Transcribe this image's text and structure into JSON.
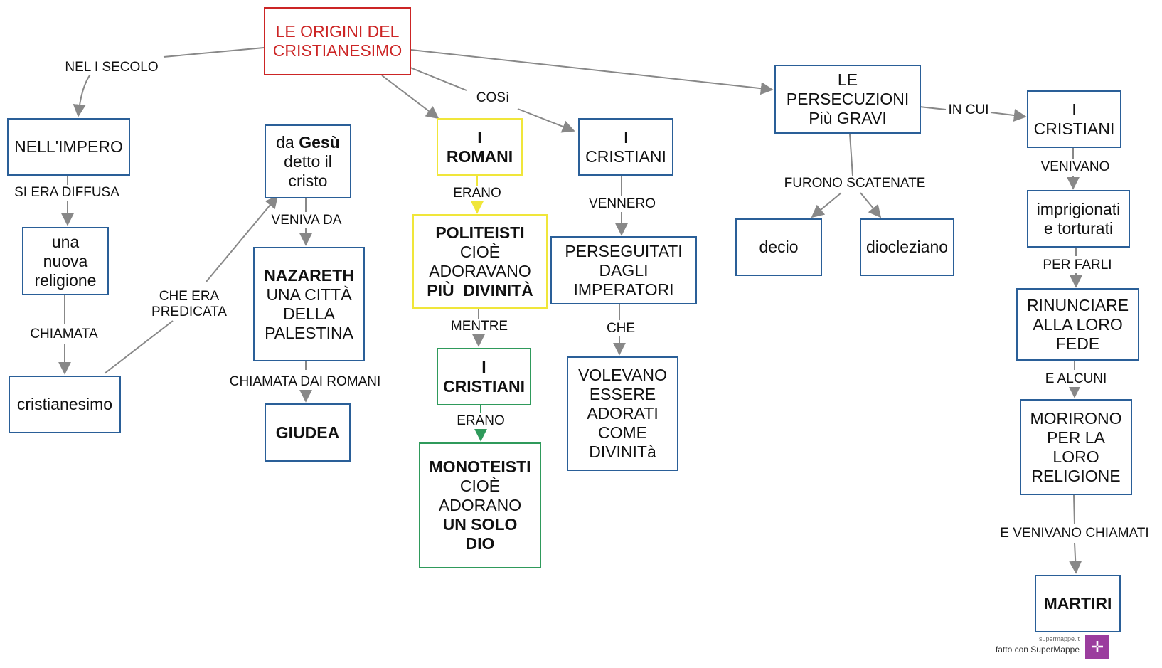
{
  "colors": {
    "blue": "#2a5f98",
    "red": "#cc2525",
    "yellow": "#f0e63a",
    "green": "#2f9a5b",
    "arrow": "#888888"
  },
  "nodes": {
    "root": [
      "LE ORIGINI DEL",
      "CRISTIANESIMO"
    ],
    "impero": [
      "NELL'IMPERO"
    ],
    "religione": [
      "una",
      "nuova",
      "religione"
    ],
    "cristianesimo": [
      "cristianesimo"
    ],
    "gesu": [
      "da",
      "Gesù",
      "detto il",
      "cristo"
    ],
    "nazareth": [
      "NAZARETH",
      "UNA CITTÀ",
      "DELLA",
      "PALESTINA"
    ],
    "giudea": [
      "GIUDEA"
    ],
    "romani": [
      "I",
      "ROMANI"
    ],
    "politeisti": [
      "POLITEISTI",
      "CIOÈ",
      "ADORAVANO",
      "PIÙ  DIVINITÀ"
    ],
    "cristiani_a": [
      "I",
      "CRISTIANI"
    ],
    "monoteisti": [
      "MONOTEISTI",
      "CIOÈ",
      "ADORANO",
      "UN SOLO",
      "DIO"
    ],
    "cristiani_b": [
      "I",
      "CRISTIANI"
    ],
    "perseguitati": [
      "PERSEGUITATI",
      "DAGLI",
      "IMPERATORI"
    ],
    "volevano": [
      "VOLEVANO",
      "ESSERE",
      "ADORATI",
      "COME",
      "DIVINITà"
    ],
    "persecuzioni": [
      "LE",
      "PERSECUZIONI",
      "Più GRAVI"
    ],
    "decio": [
      "decio"
    ],
    "diocleziano": [
      "diocleziano"
    ],
    "cristiani_c": [
      "I",
      "CRISTIANI"
    ],
    "imprigionati": [
      "imprigionati",
      "e torturati"
    ],
    "rinunciare": [
      "RINUNCIARE",
      "ALLA LORO",
      "FEDE"
    ],
    "morirono": [
      "MORIRONO",
      "PER LA",
      "LORO",
      "RELIGIONE"
    ],
    "martiri": [
      "MARTIRI"
    ]
  },
  "links": {
    "nel_i_secolo": [
      "NEL I SECOLO"
    ],
    "si_era_diffusa": [
      "SI ERA DIFFUSA"
    ],
    "chiamata": [
      "CHIAMATA"
    ],
    "che_era_predicata": [
      "CHE ERA",
      "PREDICATA"
    ],
    "veniva_da": [
      "VENIVA DA"
    ],
    "chiamata_dai_romani": [
      "CHIAMATA DAI ROMANI"
    ],
    "cosi": [
      "COSì"
    ],
    "erano_1": [
      "ERANO"
    ],
    "mentre": [
      "MENTRE"
    ],
    "erano_2": [
      "ERANO"
    ],
    "vennero": [
      "VENNERO"
    ],
    "che": [
      "CHE"
    ],
    "furono_scatenate": [
      "FURONO SCATENATE"
    ],
    "in_cui": [
      "IN CUI"
    ],
    "venivano": [
      "VENIVANO"
    ],
    "per_farli": [
      "PER FARLI"
    ],
    "e_alcuni": [
      "E ALCUNI"
    ],
    "e_venivano_chiamati": [
      "E VENIVANO CHIAMATI"
    ]
  },
  "footer": {
    "site": "supermappe.it",
    "made_with": "fatto con SuperMappe"
  },
  "icons": {
    "logo": "supermappe-logo-icon"
  }
}
